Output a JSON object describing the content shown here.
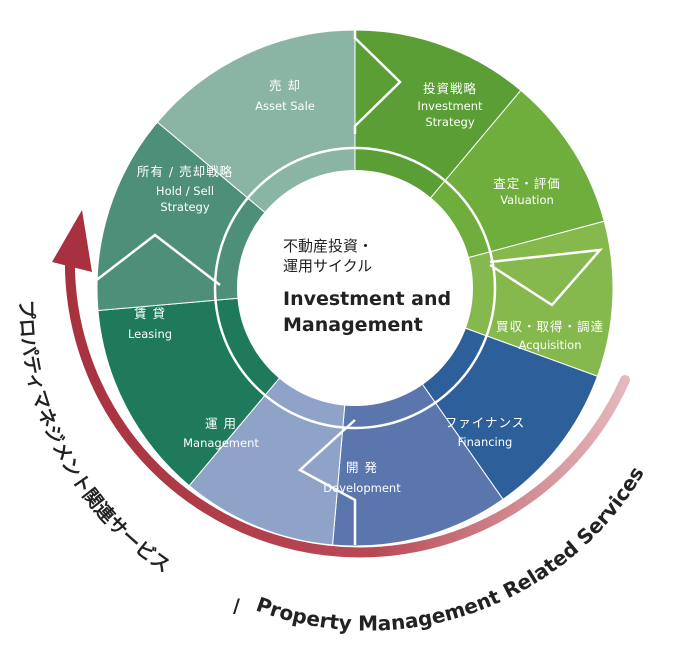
{
  "center": {
    "jp_line1": "不動産投資・",
    "jp_line2": "運用サイクル",
    "en_line1": "Investment and",
    "en_line2": "Management"
  },
  "segments": [
    {
      "id": "investment-strategy",
      "jp": "投資戦略",
      "en_lines": [
        "Investment",
        "Strategy"
      ],
      "color": "#5a9e35"
    },
    {
      "id": "valuation",
      "jp": "査定・評価",
      "en_lines": [
        "Valuation"
      ],
      "color": "#6fad3c"
    },
    {
      "id": "acquisition",
      "jp": "買収・取得・調達",
      "en_lines": [
        "Acquisition"
      ],
      "color": "#86b94d"
    },
    {
      "id": "financing",
      "jp": "ファイナンス",
      "en_lines": [
        "Financing"
      ],
      "color": "#2d5f9a"
    },
    {
      "id": "development",
      "jp": "開 発",
      "en_lines": [
        "Development"
      ],
      "color": "#5a76ad"
    },
    {
      "id": "management",
      "jp": "運 用",
      "en_lines": [
        "Management"
      ],
      "color": "#8fa3c8"
    },
    {
      "id": "leasing",
      "jp": "賃 貸",
      "en_lines": [
        "Leasing"
      ],
      "color": "#1e7a5a"
    },
    {
      "id": "hold-sell-strategy",
      "jp": "所有 / 売却戦略",
      "en_lines": [
        "Hold / Sell",
        "Strategy"
      ],
      "color": "#4d8f78"
    },
    {
      "id": "asset-sale",
      "jp": "売 却",
      "en_lines": [
        "Asset Sale"
      ],
      "color": "#8ab5a5"
    }
  ],
  "outer_arc": {
    "jp": "プロパティマネジメント関連サービス",
    "separator": "/",
    "en": "Property Management Related Services",
    "color": "#b5424e"
  }
}
